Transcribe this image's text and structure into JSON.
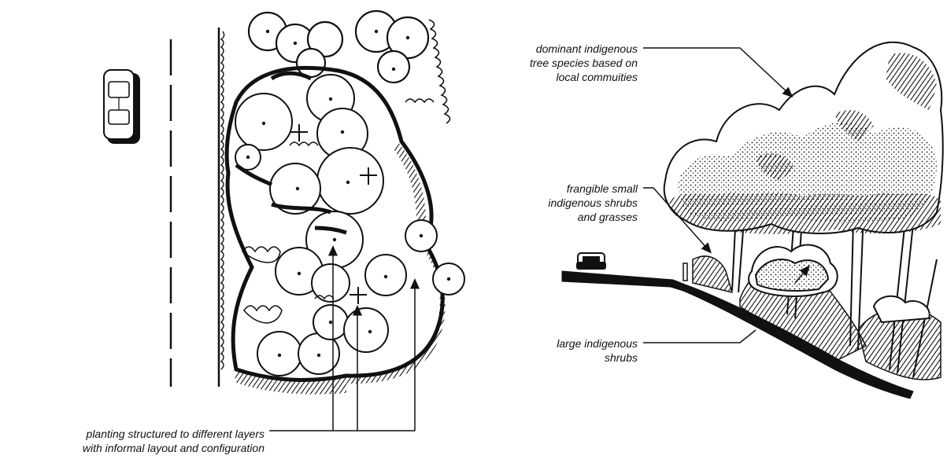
{
  "labels": {
    "planting_structure": [
      "planting structured to different layers",
      "with informal layout and configuration"
    ],
    "dominant_trees": [
      "dominant indigenous",
      "tree species based on",
      "local commuities"
    ],
    "frangible_shrubs": [
      "frangible small",
      "indigenous shrubs",
      "and grasses"
    ],
    "large_shrubs": [
      "large indigenous",
      "shrubs"
    ]
  },
  "colors": {
    "ink": "#111111",
    "paper": "#ffffff"
  }
}
